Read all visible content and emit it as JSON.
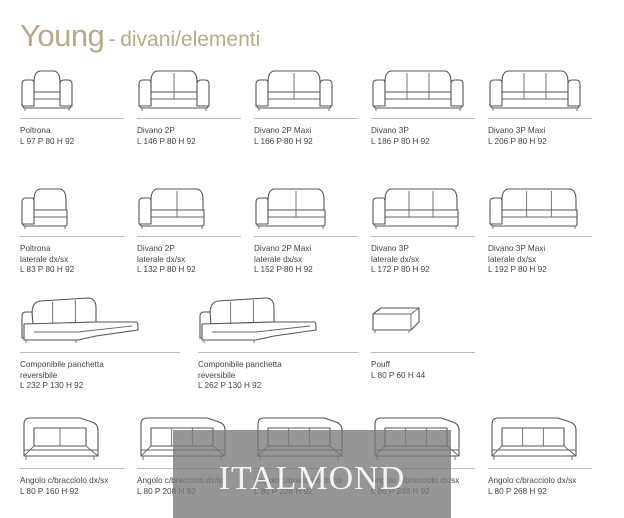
{
  "header": {
    "brand": "Young",
    "separator": "-",
    "subtitle": "divani/elementi"
  },
  "products": [
    {
      "id": "poltrona",
      "shape": "chair",
      "name_lines": [
        "Poltrona"
      ],
      "dims": "L 97 P 80 H 92"
    },
    {
      "id": "divano-2p",
      "shape": "sofa2",
      "name_lines": [
        "Divano 2P"
      ],
      "dims": "L 146 P 80 H 92"
    },
    {
      "id": "divano-2p-maxi",
      "shape": "sofa2m",
      "name_lines": [
        "Divano 2P Maxi"
      ],
      "dims": "L 166 P 80 H 92"
    },
    {
      "id": "divano-3p",
      "shape": "sofa3",
      "name_lines": [
        "Divano 3P"
      ],
      "dims": "L 186 P 80 H 92"
    },
    {
      "id": "divano-3p-maxi",
      "shape": "sofa3m",
      "name_lines": [
        "Divano 3P Maxi"
      ],
      "dims": "L 206 P 80 H 92"
    },
    {
      "id": "poltrona-laterale",
      "shape": "chairL",
      "name_lines": [
        "Poltrona",
        "laterale dx/sx"
      ],
      "dims": "L 83 P 80 H 92"
    },
    {
      "id": "divano-2p-laterale",
      "shape": "sofa2L",
      "name_lines": [
        "Divano 2P",
        "laterale dx/sx"
      ],
      "dims": "L 132 P 80 H 92"
    },
    {
      "id": "divano-2p-maxi-laterale",
      "shape": "sofa2mL",
      "name_lines": [
        "Divano 2P Maxi",
        "laterale dx/sx"
      ],
      "dims": "L 152 P 80 H 92"
    },
    {
      "id": "divano-3p-laterale",
      "shape": "sofa3L",
      "name_lines": [
        "Divano 3P",
        "laterale dx/sx"
      ],
      "dims": "L 172 P 80 H 92"
    },
    {
      "id": "divano-3p-maxi-laterale",
      "shape": "sofa3mL",
      "name_lines": [
        "Divano 3P Maxi",
        "laterale dx/sx"
      ],
      "dims": "L 192 P 80 H 92"
    },
    {
      "id": "componibile-232",
      "shape": "chaise",
      "name_lines": [
        "Componibile panchetta",
        "reversibile"
      ],
      "dims": "L 232 P 130 H 92"
    },
    {
      "id": "componibile-262",
      "shape": "chaise",
      "name_lines": [
        "Componibile panchetta",
        "reversibile"
      ],
      "dims": "L 262 P 130 H 92"
    },
    {
      "id": "pouff",
      "shape": "pouf",
      "name_lines": [
        "Pouff"
      ],
      "dims": "L 80 P 60 H 44"
    },
    {
      "id": "angolo-160",
      "shape": "corner2",
      "name_lines": [
        "Angolo c/bracciolo dx/sx"
      ],
      "dims": "L 80 P 160 H 92"
    },
    {
      "id": "angolo-208",
      "shape": "corner3",
      "name_lines": [
        "Angolo c/bracciolo dx/sx"
      ],
      "dims": "L 80 P 208 H 92"
    },
    {
      "id": "angolo-228",
      "shape": "corner3",
      "name_lines": [
        "Angolo c/bracciolo dx/sx"
      ],
      "dims": "L 80 P 228 H 92"
    },
    {
      "id": "angolo-248",
      "shape": "corner3",
      "name_lines": [
        "Angolo c/bracciolo dx/sx"
      ],
      "dims": "L 80 P 248 H 92"
    },
    {
      "id": "angolo-268",
      "shape": "corner3",
      "name_lines": [
        "Angolo c/bracciolo dx/sx"
      ],
      "dims": "L 80 P 268 H 92"
    }
  ],
  "watermark": {
    "text": "ITALMOND"
  },
  "colors": {
    "title": "#b7a98a",
    "line": "#555555",
    "rule": "#bdbdbd",
    "caption": "#444444",
    "watermark": "#787878"
  }
}
